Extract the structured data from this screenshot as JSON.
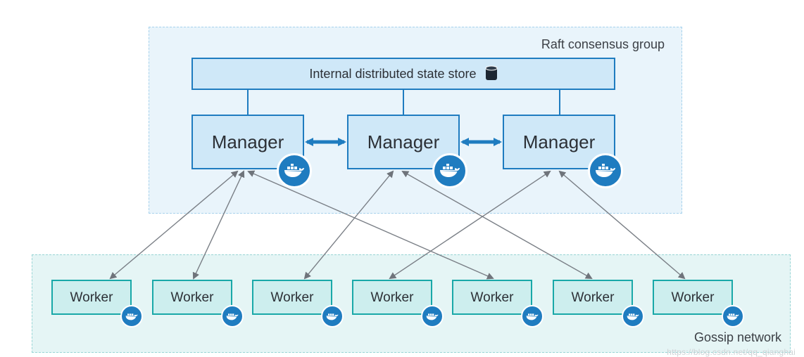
{
  "raft_group": {
    "label": "Raft consensus group"
  },
  "gossip_group": {
    "label": "Gossip network"
  },
  "store": {
    "label": "Internal distributed state store",
    "icon": "database-icon"
  },
  "managers": [
    {
      "label": "Manager",
      "icon": "docker-whale-icon"
    },
    {
      "label": "Manager",
      "icon": "docker-whale-icon"
    },
    {
      "label": "Manager",
      "icon": "docker-whale-icon"
    }
  ],
  "workers": [
    {
      "label": "Worker",
      "icon": "docker-whale-icon"
    },
    {
      "label": "Worker",
      "icon": "docker-whale-icon"
    },
    {
      "label": "Worker",
      "icon": "docker-whale-icon"
    },
    {
      "label": "Worker",
      "icon": "docker-whale-icon"
    },
    {
      "label": "Worker",
      "icon": "docker-whale-icon"
    },
    {
      "label": "Worker",
      "icon": "docker-whale-icon"
    },
    {
      "label": "Worker",
      "icon": "docker-whale-icon"
    }
  ],
  "watermark": "https://blog.csdn.net/qq_qianghai",
  "colors": {
    "manager_border": "#1f7cc0",
    "manager_fill": "#cfe8f8",
    "worker_border": "#19a8a8",
    "worker_fill": "#cdeeee",
    "arrow": "#7a7f86",
    "docker_blue": "#1f7cc0"
  }
}
